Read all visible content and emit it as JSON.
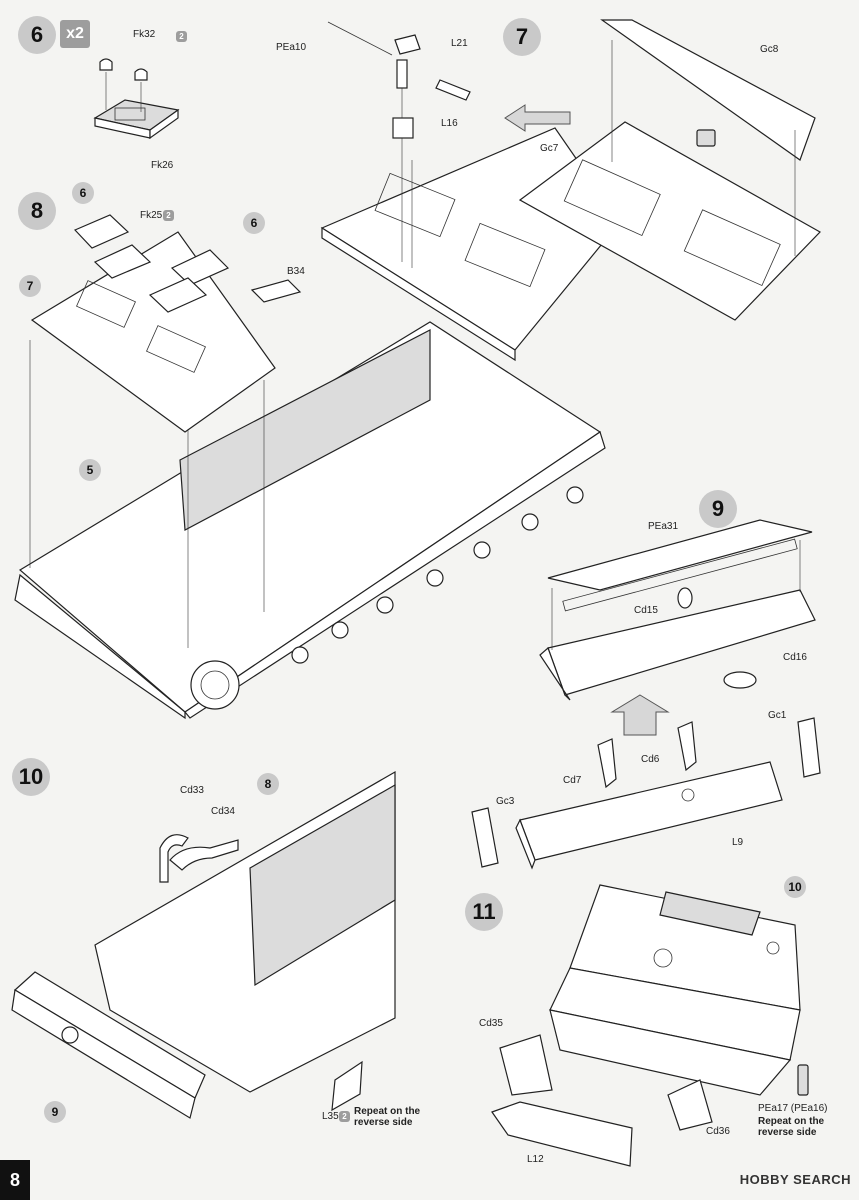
{
  "page": {
    "number": "8"
  },
  "watermark": {
    "text": "HOBBY SEARCH"
  },
  "steps": [
    {
      "number": "6",
      "multiplier": "x2"
    },
    {
      "number": "7"
    },
    {
      "number": "8"
    },
    {
      "number": "9"
    },
    {
      "number": "10"
    },
    {
      "number": "11"
    }
  ],
  "refs": {
    "r6a": "6",
    "r6b": "6",
    "r7": "7",
    "r5": "5",
    "r8": "8",
    "r9": "9",
    "r10": "10"
  },
  "labels": {
    "fk32": "Fk32",
    "fk26": "Fk26",
    "fk25": "Fk25",
    "b34": "B34",
    "pea10": "PEa10",
    "l21": "L21",
    "l16": "L16",
    "gc8": "Gc8",
    "gc7": "Gc7",
    "pea31": "PEa31",
    "cd15": "Cd15",
    "cd16": "Cd16",
    "gc1": "Gc1",
    "cd7": "Cd7",
    "cd6": "Cd6",
    "gc3": "Gc3",
    "l9": "L9",
    "cd33": "Cd33",
    "cd34": "Cd34",
    "l35": "L35",
    "cd35": "Cd35",
    "cd36": "Cd36",
    "l12": "L12",
    "pea17": "PEa17 (PEa16)"
  },
  "qty": {
    "fk32": "2",
    "fk25": "2",
    "l35": "2"
  },
  "notes": {
    "reverse_side_10": "Repeat on the reverse side",
    "reverse_side_11": "Repeat on the reverse side"
  }
}
